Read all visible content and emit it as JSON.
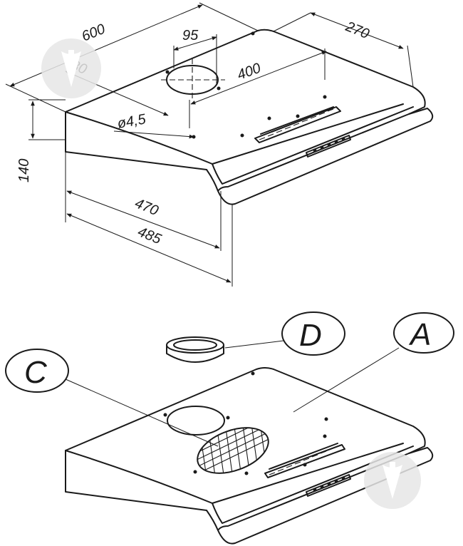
{
  "dimensions": {
    "width_total": "600",
    "depth": "270",
    "outlet_width": "95",
    "outlet_offset": "80",
    "hole_spacing": "400",
    "hole_diameter": "ø4,5",
    "height": "140",
    "depth_inner": "470",
    "depth_outer": "485"
  },
  "callouts": {
    "a": "A",
    "c": "C",
    "d": "D"
  },
  "colors": {
    "line": "#1a1a1a",
    "watermark": "#e6e6e6"
  },
  "icons": {
    "watermark": "watermark-icon"
  }
}
